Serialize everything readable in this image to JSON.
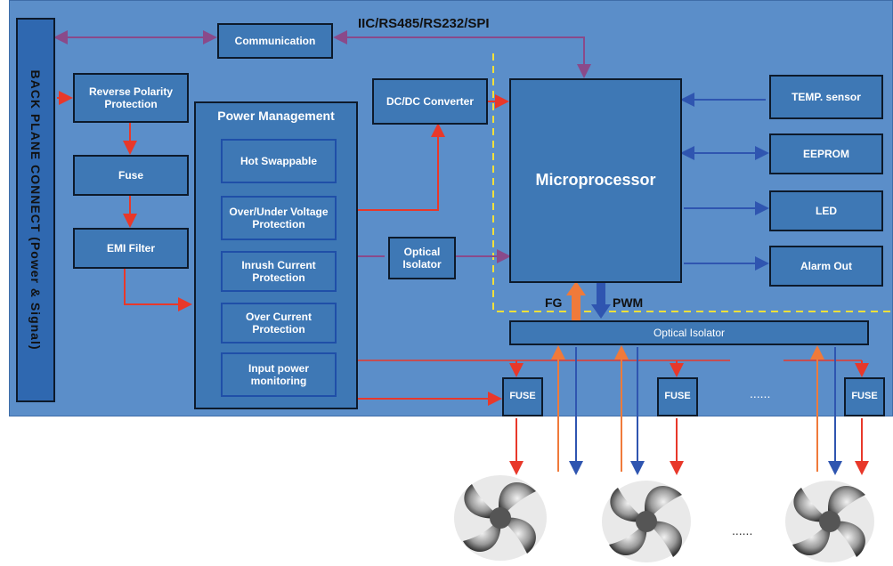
{
  "diagram": {
    "backplane": "BACK PLANE CONNECT  (Power & Signal)",
    "communication": "Communication",
    "bus_label": "IIC/RS485/RS232/SPI",
    "reverse_polarity": "Reverse Polarity Protection",
    "fuse": "Fuse",
    "emi_filter": "EMI Filter",
    "power_management": "Power Management",
    "hot_swappable": "Hot Swappable",
    "over_under_voltage": "Over/Under Voltage Protection",
    "inrush_current": "Inrush Current Protection",
    "over_current": "Over Current Protection",
    "input_power": "Input power monitoring",
    "dcdc": "DC/DC Converter",
    "optical_isolator_small": "Optical Isolator",
    "microprocessor": "Microprocessor",
    "temp_sensor": "TEMP. sensor",
    "eeprom": "EEPROM",
    "led": "LED",
    "alarm_out": "Alarm Out",
    "fg": "FG",
    "pwm": "PWM",
    "optical_isolator_bar": "Optical Isolator",
    "fuse_boxes": [
      "FUSE",
      "FUSE",
      "FUSE"
    ],
    "ellipsis": "......"
  },
  "colors": {
    "panel": "#5b8ec9",
    "block": "#3e78b5",
    "red_arrow": "#e8382a",
    "purple_arrow": "#8a4a8a",
    "blue_arrow": "#2f55b0",
    "orange_arrow": "#f07a3a",
    "dashed_boundary": "#f2e03a"
  },
  "icons": [
    "fan-icon",
    "fan-icon",
    "fan-icon"
  ]
}
